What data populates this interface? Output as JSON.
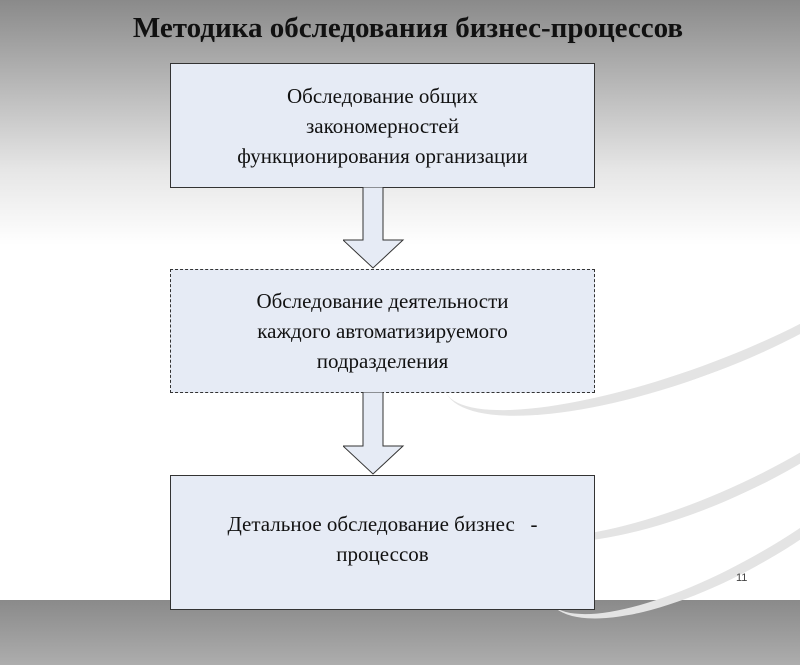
{
  "title": "Методика обследования бизнес-процессов",
  "steps": [
    {
      "lines": [
        "Обследование общих",
        "закономерностей",
        "функционирования организации"
      ]
    },
    {
      "lines": [
        "Обследование деятельности",
        "каждого автоматизируемого",
        "подразделения"
      ]
    },
    {
      "lines": [
        "Детальное обследование бизнес   -",
        "процессов"
      ]
    }
  ],
  "page_number": "11",
  "colors": {
    "box_fill": "#e6ebf5",
    "border": "#333333"
  }
}
